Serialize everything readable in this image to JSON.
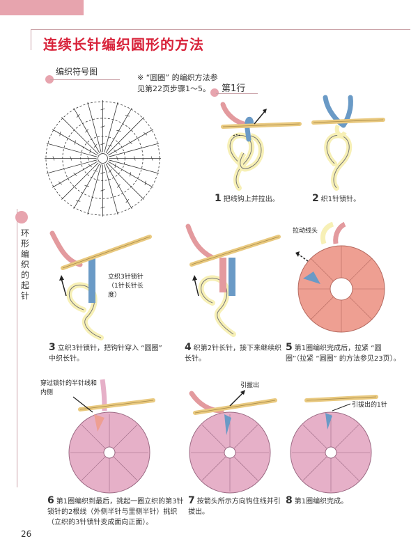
{
  "page": {
    "title": "连续长针编织圆形的方法",
    "page_number": "26"
  },
  "sections": {
    "chart_label": "编织符号图",
    "row_label": "第1行"
  },
  "note": "※ “圆圈” 的编织方法参见第22页步骤1～5。",
  "sidebar": {
    "label": "环形编织的起针"
  },
  "steps": [
    {
      "num": "1",
      "text": "把线钩上并拉出。"
    },
    {
      "num": "2",
      "text": "织1针锁针。"
    },
    {
      "num": "3",
      "text": "立织3针锁针，把钩针穿入 “圆圈” 中织长针。"
    },
    {
      "num": "4",
      "text": "织第2针长针，接下来继续织长针。"
    },
    {
      "num": "5",
      "text": "第1圈编织完成后，拉紧 “圆圈”（拉紧 “圆圈” 的方法参见23页）。"
    },
    {
      "num": "6",
      "text": "第1圈编织到最后，挑起一圈立织的第3针锁针的2根线（外侧半针与里侧半针）挑织（立织的3针锁针变成面向正面）。"
    },
    {
      "num": "7",
      "text": "按箭头所示方向钩住线并引拔出。"
    },
    {
      "num": "8",
      "text": "第1圈编织完成。"
    }
  ],
  "annotations": {
    "step3": "立织3针锁针 （1针长针长度）",
    "step5": "拉动线头",
    "step6": "穿过锁针的半针线和内侧",
    "step7": "引拔出",
    "step8": "引拔出的1针"
  },
  "colors": {
    "title_red": "#d8233a",
    "accent_pink": "#e7a4ae",
    "yarn_blue": "#6a9ac6",
    "yarn_pink": "#e39a9e",
    "yarn_cream": "#f7f0b6",
    "work_salmon": "#ee9f92",
    "work_mauve": "#e6b0c8",
    "hook_tan": "#e9c97f"
  }
}
